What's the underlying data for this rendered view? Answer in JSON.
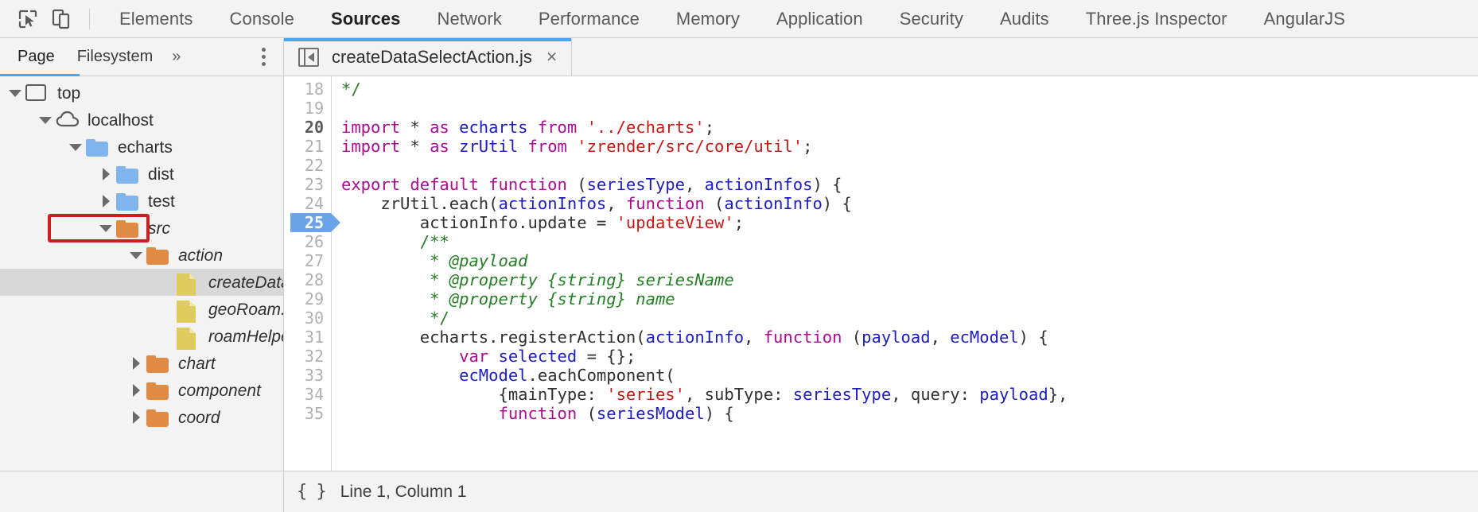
{
  "toolbar": {
    "inspect_icon": "inspect-element-icon",
    "device_icon": "device-toolbar-icon",
    "tabs": [
      {
        "label": "Elements",
        "active": false
      },
      {
        "label": "Console",
        "active": false
      },
      {
        "label": "Sources",
        "active": true
      },
      {
        "label": "Network",
        "active": false
      },
      {
        "label": "Performance",
        "active": false
      },
      {
        "label": "Memory",
        "active": false
      },
      {
        "label": "Application",
        "active": false
      },
      {
        "label": "Security",
        "active": false
      },
      {
        "label": "Audits",
        "active": false
      },
      {
        "label": "Three.js Inspector",
        "active": false
      },
      {
        "label": "AngularJS",
        "active": false
      }
    ]
  },
  "navigator": {
    "tabs": [
      {
        "label": "Page",
        "active": true
      },
      {
        "label": "Filesystem",
        "active": false
      }
    ],
    "more_label": "»",
    "menu_icon": "more-options-icon",
    "tree": [
      {
        "label": "top",
        "indent": 0,
        "arrow": "open",
        "icon": "window",
        "italic": false,
        "selected": false
      },
      {
        "label": "localhost",
        "indent": 1,
        "arrow": "open",
        "icon": "cloud",
        "italic": false,
        "selected": false
      },
      {
        "label": "echarts",
        "indent": 2,
        "arrow": "open",
        "icon": "folder-blue",
        "italic": false,
        "selected": false
      },
      {
        "label": "dist",
        "indent": 3,
        "arrow": "closed",
        "icon": "folder-blue",
        "italic": false,
        "selected": false
      },
      {
        "label": "test",
        "indent": 3,
        "arrow": "closed",
        "icon": "folder-blue",
        "italic": false,
        "selected": false
      },
      {
        "label": "src",
        "indent": 3,
        "arrow": "open",
        "icon": "folder-orange",
        "italic": true,
        "selected": false,
        "annotated": true
      },
      {
        "label": "action",
        "indent": 4,
        "arrow": "open",
        "icon": "folder-orange",
        "italic": true,
        "selected": false
      },
      {
        "label": "createDataSelectAction.js",
        "indent": 5,
        "arrow": "none",
        "icon": "file",
        "italic": true,
        "selected": true
      },
      {
        "label": "geoRoam.js",
        "indent": 5,
        "arrow": "none",
        "icon": "file",
        "italic": true,
        "selected": false
      },
      {
        "label": "roamHelper.js",
        "indent": 5,
        "arrow": "none",
        "icon": "file",
        "italic": true,
        "selected": false
      },
      {
        "label": "chart",
        "indent": 4,
        "arrow": "closed",
        "icon": "folder-orange",
        "italic": true,
        "selected": false
      },
      {
        "label": "component",
        "indent": 4,
        "arrow": "closed",
        "icon": "folder-orange",
        "italic": true,
        "selected": false
      },
      {
        "label": "coord",
        "indent": 4,
        "arrow": "closed",
        "icon": "folder-orange",
        "italic": true,
        "selected": false
      }
    ]
  },
  "editor": {
    "tab": {
      "title": "createDataSelectAction.js",
      "close_label": "×",
      "navigator_toggle_icon": "show-navigator-icon"
    },
    "first_line_number": 18,
    "execution_line": 25,
    "lines": [
      {
        "n": 18,
        "tokens": [
          {
            "t": "cmt",
            "s": "*/"
          }
        ]
      },
      {
        "n": 19,
        "tokens": []
      },
      {
        "n": 20,
        "tokens": [
          {
            "t": "kw",
            "s": "import"
          },
          {
            "t": "pln",
            "s": " * "
          },
          {
            "t": "kw",
            "s": "as"
          },
          {
            "t": "pln",
            "s": " "
          },
          {
            "t": "id",
            "s": "echarts"
          },
          {
            "t": "pln",
            "s": " "
          },
          {
            "t": "kw",
            "s": "from"
          },
          {
            "t": "pln",
            "s": " "
          },
          {
            "t": "str",
            "s": "'../echarts'"
          },
          {
            "t": "pln",
            "s": ";"
          }
        ]
      },
      {
        "n": 21,
        "tokens": [
          {
            "t": "kw",
            "s": "import"
          },
          {
            "t": "pln",
            "s": " * "
          },
          {
            "t": "kw",
            "s": "as"
          },
          {
            "t": "pln",
            "s": " "
          },
          {
            "t": "id",
            "s": "zrUtil"
          },
          {
            "t": "pln",
            "s": " "
          },
          {
            "t": "kw",
            "s": "from"
          },
          {
            "t": "pln",
            "s": " "
          },
          {
            "t": "str",
            "s": "'zrender/src/core/util'"
          },
          {
            "t": "pln",
            "s": ";"
          }
        ]
      },
      {
        "n": 22,
        "tokens": []
      },
      {
        "n": 23,
        "tokens": [
          {
            "t": "kw",
            "s": "export default function"
          },
          {
            "t": "pln",
            "s": " ("
          },
          {
            "t": "id",
            "s": "seriesType"
          },
          {
            "t": "pln",
            "s": ", "
          },
          {
            "t": "id",
            "s": "actionInfos"
          },
          {
            "t": "pln",
            "s": ") {"
          }
        ]
      },
      {
        "n": 24,
        "tokens": [
          {
            "t": "pln",
            "s": "    zrUtil.each("
          },
          {
            "t": "id",
            "s": "actionInfos"
          },
          {
            "t": "pln",
            "s": ", "
          },
          {
            "t": "kw",
            "s": "function"
          },
          {
            "t": "pln",
            "s": " ("
          },
          {
            "t": "id",
            "s": "actionInfo"
          },
          {
            "t": "pln",
            "s": ") {"
          }
        ]
      },
      {
        "n": 25,
        "tokens": [
          {
            "t": "pln",
            "s": "        actionInfo.update = "
          },
          {
            "t": "str",
            "s": "'updateView'"
          },
          {
            "t": "pln",
            "s": ";"
          }
        ]
      },
      {
        "n": 26,
        "tokens": [
          {
            "t": "cmt",
            "s": "        /**"
          }
        ]
      },
      {
        "n": 27,
        "tokens": [
          {
            "t": "cmtb",
            "s": "         * @payload"
          }
        ]
      },
      {
        "n": 28,
        "tokens": [
          {
            "t": "cmtb",
            "s": "         * @property {string} seriesName"
          }
        ]
      },
      {
        "n": 29,
        "tokens": [
          {
            "t": "cmtb",
            "s": "         * @property {string} name"
          }
        ]
      },
      {
        "n": 30,
        "tokens": [
          {
            "t": "cmt",
            "s": "         */"
          }
        ]
      },
      {
        "n": 31,
        "tokens": [
          {
            "t": "pln",
            "s": "        echarts.registerAction("
          },
          {
            "t": "id",
            "s": "actionInfo"
          },
          {
            "t": "pln",
            "s": ", "
          },
          {
            "t": "kw",
            "s": "function"
          },
          {
            "t": "pln",
            "s": " ("
          },
          {
            "t": "id",
            "s": "payload"
          },
          {
            "t": "pln",
            "s": ", "
          },
          {
            "t": "id",
            "s": "ecModel"
          },
          {
            "t": "pln",
            "s": ") {"
          }
        ]
      },
      {
        "n": 32,
        "tokens": [
          {
            "t": "pln",
            "s": "            "
          },
          {
            "t": "kw",
            "s": "var"
          },
          {
            "t": "pln",
            "s": " "
          },
          {
            "t": "id",
            "s": "selected"
          },
          {
            "t": "pln",
            "s": " = {};"
          }
        ]
      },
      {
        "n": 33,
        "tokens": [
          {
            "t": "pln",
            "s": "            "
          },
          {
            "t": "id",
            "s": "ecModel"
          },
          {
            "t": "pln",
            "s": ".eachComponent("
          }
        ]
      },
      {
        "n": 34,
        "tokens": [
          {
            "t": "pln",
            "s": "                {mainType: "
          },
          {
            "t": "str",
            "s": "'series'"
          },
          {
            "t": "pln",
            "s": ", subType: "
          },
          {
            "t": "id",
            "s": "seriesType"
          },
          {
            "t": "pln",
            "s": ", query: "
          },
          {
            "t": "id",
            "s": "payload"
          },
          {
            "t": "pln",
            "s": "},"
          }
        ]
      },
      {
        "n": 35,
        "tokens": [
          {
            "t": "pln",
            "s": "                "
          },
          {
            "t": "kw",
            "s": "function"
          },
          {
            "t": "pln",
            "s": " ("
          },
          {
            "t": "id",
            "s": "seriesModel"
          },
          {
            "t": "pln",
            "s": ") {"
          }
        ]
      }
    ]
  },
  "statusbar": {
    "pretty_print_label": "{ }",
    "position": "Line 1, Column 1"
  },
  "colors": {
    "accent": "#4aa5f0",
    "annotation": "#cc2020",
    "folder_blue": "#80b4ec",
    "folder_orange": "#e08b43",
    "file_yellow": "#dfcc5f",
    "selection": "#d8d8d8",
    "exec_line": "#6aa3e8"
  }
}
